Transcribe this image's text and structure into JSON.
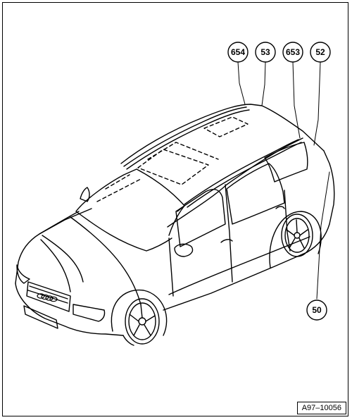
{
  "figure": {
    "id": "A97–10056",
    "callouts": [
      {
        "label": "654",
        "part": "roof-rear-left"
      },
      {
        "label": "53",
        "part": "roof-rail-rear"
      },
      {
        "label": "653",
        "part": "roof-rear-right"
      },
      {
        "label": "52",
        "part": "tailgate-top"
      },
      {
        "label": "50",
        "part": "rear-side-panel"
      }
    ],
    "badge_text": "Audi rings emblem on grille"
  }
}
